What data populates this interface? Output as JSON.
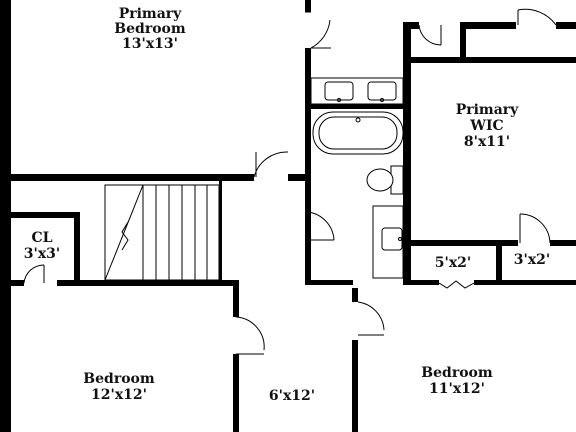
{
  "plan": {
    "colors": {
      "wall": "#000000",
      "background": "#ffffff",
      "text": "#111111"
    },
    "rooms": {
      "primary_bedroom": {
        "name_line1": "Primary",
        "name_line2": "Bedroom",
        "size": "13'x13'"
      },
      "primary_wic": {
        "name_line1": "Primary",
        "name_line2": "WIC",
        "size": "8'x11'"
      },
      "closet_left": {
        "name": "CL",
        "size": "3'x3'"
      },
      "closet_mid": {
        "size": "5'x2'"
      },
      "closet_right": {
        "size": "3'x2'"
      },
      "bedroom_left": {
        "name": "Bedroom",
        "size": "12'x12'"
      },
      "hall": {
        "size": "6'x12'"
      },
      "bedroom_right": {
        "name": "Bedroom",
        "size": "11'x12'"
      }
    }
  }
}
